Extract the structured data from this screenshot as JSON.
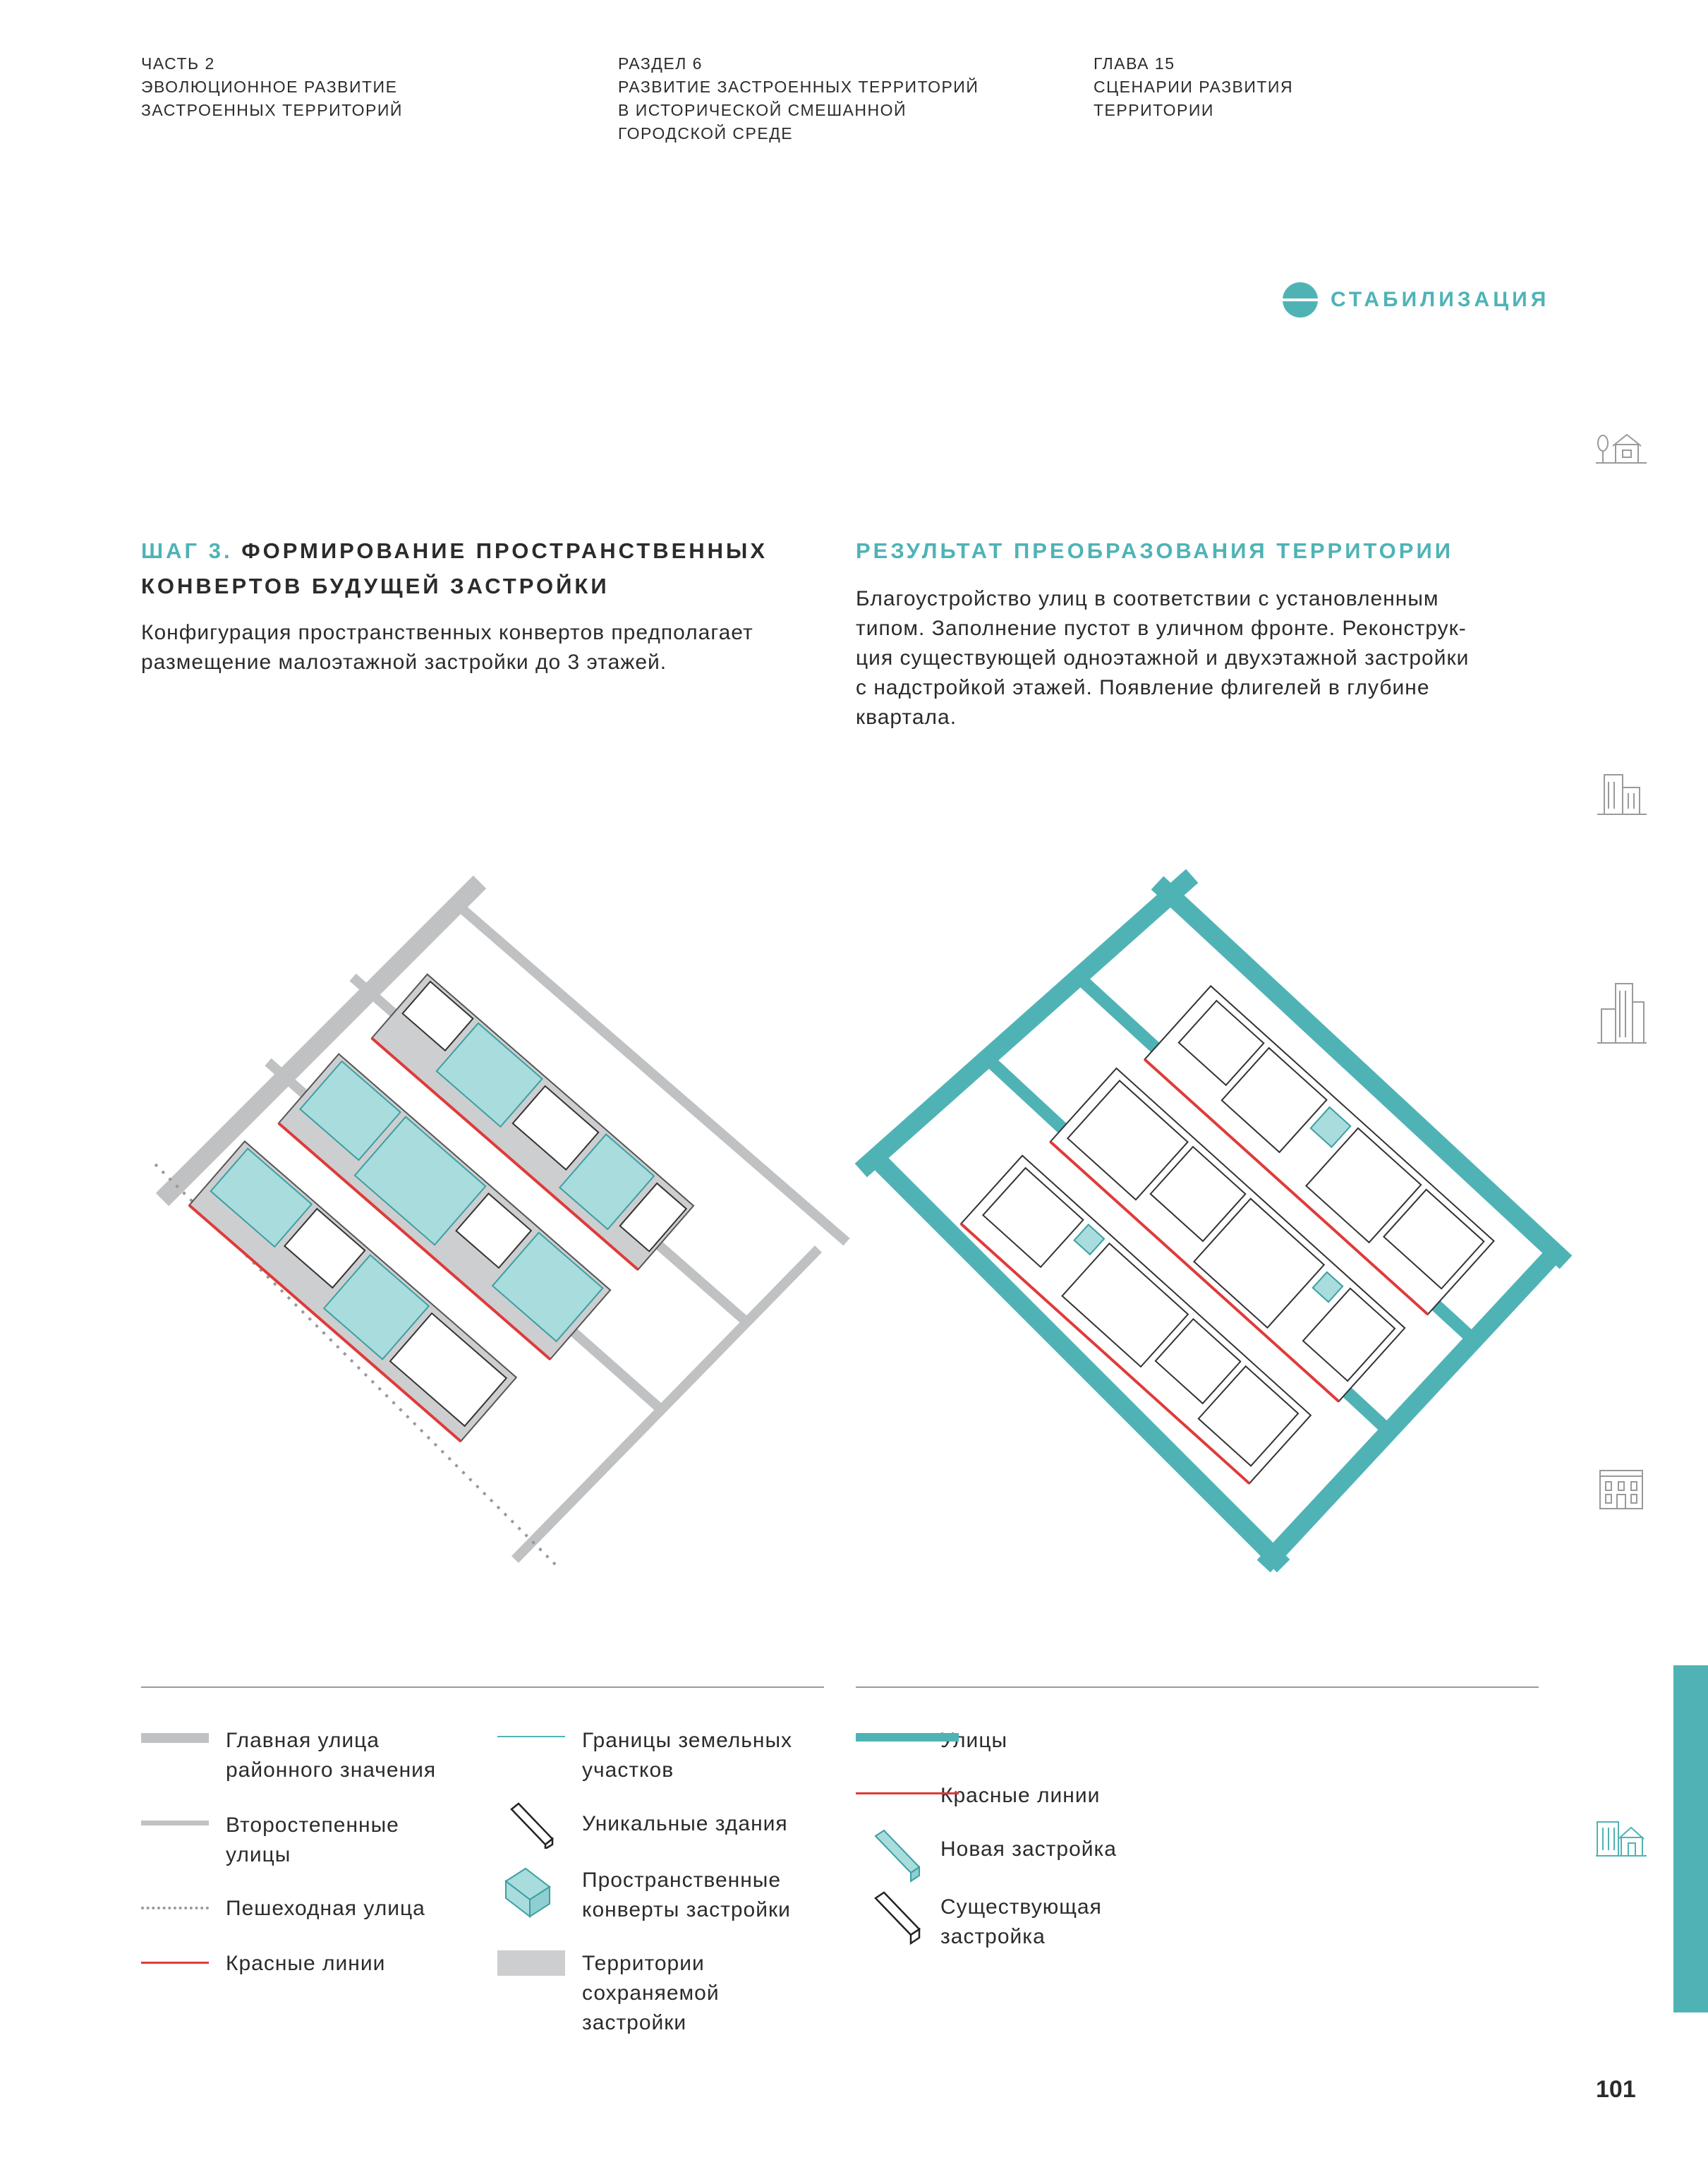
{
  "header": {
    "col1": "ЧАСТЬ 2\nЭВОЛЮЦИОННОЕ РАЗВИТИЕ\nЗАСТРОЕННЫХ ТЕРРИТОРИЙ",
    "col2": "РАЗДЕЛ 6\nРАЗВИТИЕ ЗАСТРОЕННЫХ ТЕРРИТОРИЙ\nВ ИСТОРИЧЕСКОЙ СМЕШАННОЙ\nГОРОДСКОЙ СРЕДЕ",
    "col3": "ГЛАВА 15\nСЦЕНАРИИ РАЗВИТИЯ\nТЕРРИТОРИИ"
  },
  "badge": "СТАБИЛИЗАЦИЯ",
  "step": {
    "prefix": "ШАГ 3.",
    "title_line1": "ФОРМИРОВАНИЕ ПРОСТРАНСТВЕННЫХ",
    "title_line2": "КОНВЕРТОВ БУДУЩЕЙ ЗАСТРОЙКИ",
    "text_line1": "Конфигурация пространственных конвертов предполагает",
    "text_line2": "размещение малоэтажной застройки до 3 этажей."
  },
  "result": {
    "title": "РЕЗУЛЬТАТ ПРЕОБРАЗОВАНИЯ ТЕРРИТОРИИ",
    "text_line1": "Благоустройство улиц в соответствии с установленным",
    "text_line2": "типом. Заполнение пустот в уличном фронте. Реконструк-",
    "text_line3": "ция существующей одноэтажной и двухэтажной застройки",
    "text_line4": "с надстройкой этажей. Появление флигелей в глубине",
    "text_line5": "квартала."
  },
  "legend_left": [
    "Главная улица\nрайонного значения",
    "Второстепенные\nулицы",
    "Пешеходная улица",
    "Красные линии"
  ],
  "legend_middle": [
    "Границы земельных\nучастков",
    "Уникальные здания",
    "Пространственные\nконверты застройки",
    "Территории\nсохраняемой\nзастройки"
  ],
  "legend_right": [
    "Улицы",
    "Красные линии",
    "Новая застройка",
    "Существующая\nзастройка"
  ],
  "side_icons": [
    "house-tree-icon",
    "low-rise-building-icon",
    "high-rise-building-icon",
    "historic-building-icon",
    "mixed-buildings-icon"
  ],
  "page_number": "101",
  "colors": {
    "accent": "#4fb3b6",
    "red_line": "#e03a3a",
    "street_gray": "#bfc1c3",
    "preserved_gray": "#cdced0",
    "envelope": "#a9dcdd"
  }
}
